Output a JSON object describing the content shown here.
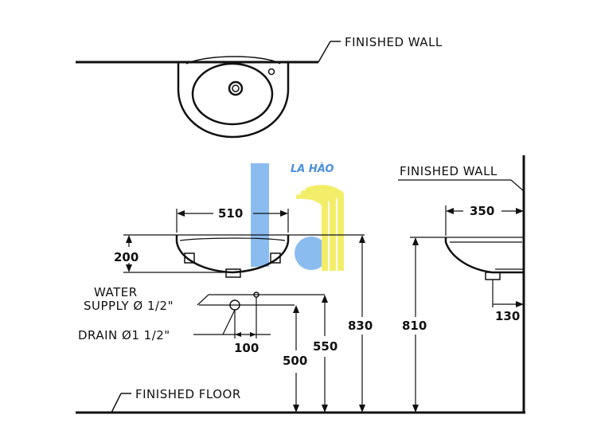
{
  "labels": {
    "finished_wall_top": "FINISHED WALL",
    "finished_wall_side": "FINISHED WALL",
    "finished_floor": "FINISHED FLOOR",
    "water_supply_line1": "WATER",
    "water_supply_line2": "SUPPLY Ø 1/2\"",
    "drain": "DRAIN Ø1 1/2\""
  },
  "dimensions": {
    "width": "510",
    "height": "200",
    "spacing": "100",
    "supply_height": "550",
    "drain_height": "500",
    "rim_height": "830",
    "rim_height_side": "810",
    "depth": "350",
    "drain_offset": "130"
  },
  "watermark": {
    "text": "LA HÀO",
    "colors": {
      "blue": "#8bbcf0",
      "yellow": "#f3ee6a",
      "text": "#4a8fe0"
    }
  }
}
